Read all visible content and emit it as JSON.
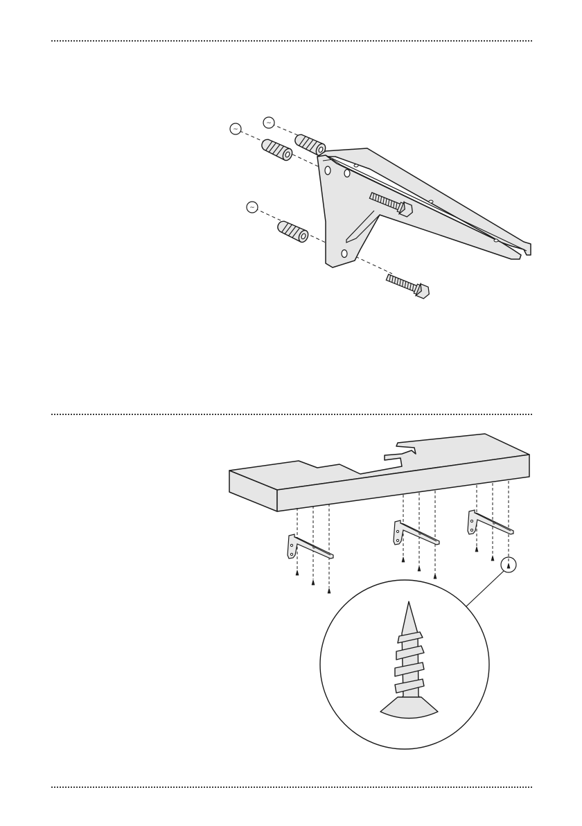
{
  "diagram": {
    "step1": {
      "callouts": [
        {
          "id": "callout-1",
          "text": "~"
        },
        {
          "id": "callout-2",
          "text": "~"
        },
        {
          "id": "callout-3",
          "text": "~"
        }
      ],
      "parts": [
        "wall-plug",
        "wall-plug",
        "wall-plug",
        "shelf-bracket",
        "hex-bolt",
        "hex-bolt"
      ]
    },
    "step2": {
      "parts": [
        "shelf-board",
        "shelf-bracket",
        "shelf-bracket",
        "shelf-bracket",
        "wood-screw"
      ],
      "detail": "screw-magnified"
    },
    "colors": {
      "fill": "#e6e6e6",
      "stroke": "#1a1a1a",
      "divider": "#3a3a3a"
    }
  }
}
